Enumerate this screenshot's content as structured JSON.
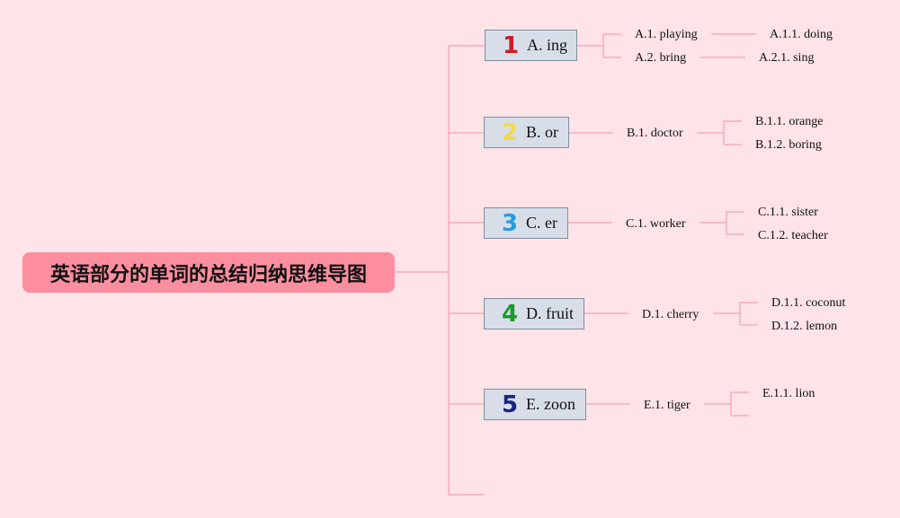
{
  "root": {
    "title": "英语部分的单词的总结归纳思维导图"
  },
  "branches": [
    {
      "number": "1",
      "label": "A. ing",
      "color": "#d11a2a"
    },
    {
      "number": "2",
      "label": "B. or",
      "color": "#f4d64a"
    },
    {
      "number": "3",
      "label": "C. er",
      "color": "#2a9bd8"
    },
    {
      "number": "4",
      "label": "D. fruit",
      "color": "#1a9a2a"
    },
    {
      "number": "5",
      "label": "E. zoon",
      "color": "#1a237e"
    }
  ],
  "leaves": {
    "a1": "A.1. playing",
    "a11": "A.1.1. doing",
    "a2": "A.2. bring",
    "a21": "A.2.1. sing",
    "b1": "B.1. doctor",
    "b11": "B.1.1. orange",
    "b12": "B.1.2. boring",
    "c1": "C.1. worker",
    "c11": "C.1.1. sister",
    "c12": "C.1.2. teacher",
    "d1": "D.1. cherry",
    "d11": "D.1.1. coconut",
    "d12": "D.1.2. lemon",
    "e1": "E.1. tiger",
    "e11": "E.1.1. lion"
  },
  "colors": {
    "background": "#fee3e8",
    "connector": "#f5a0b4",
    "root": "#fc8ea0",
    "branch_fill": "#d8dee8"
  }
}
